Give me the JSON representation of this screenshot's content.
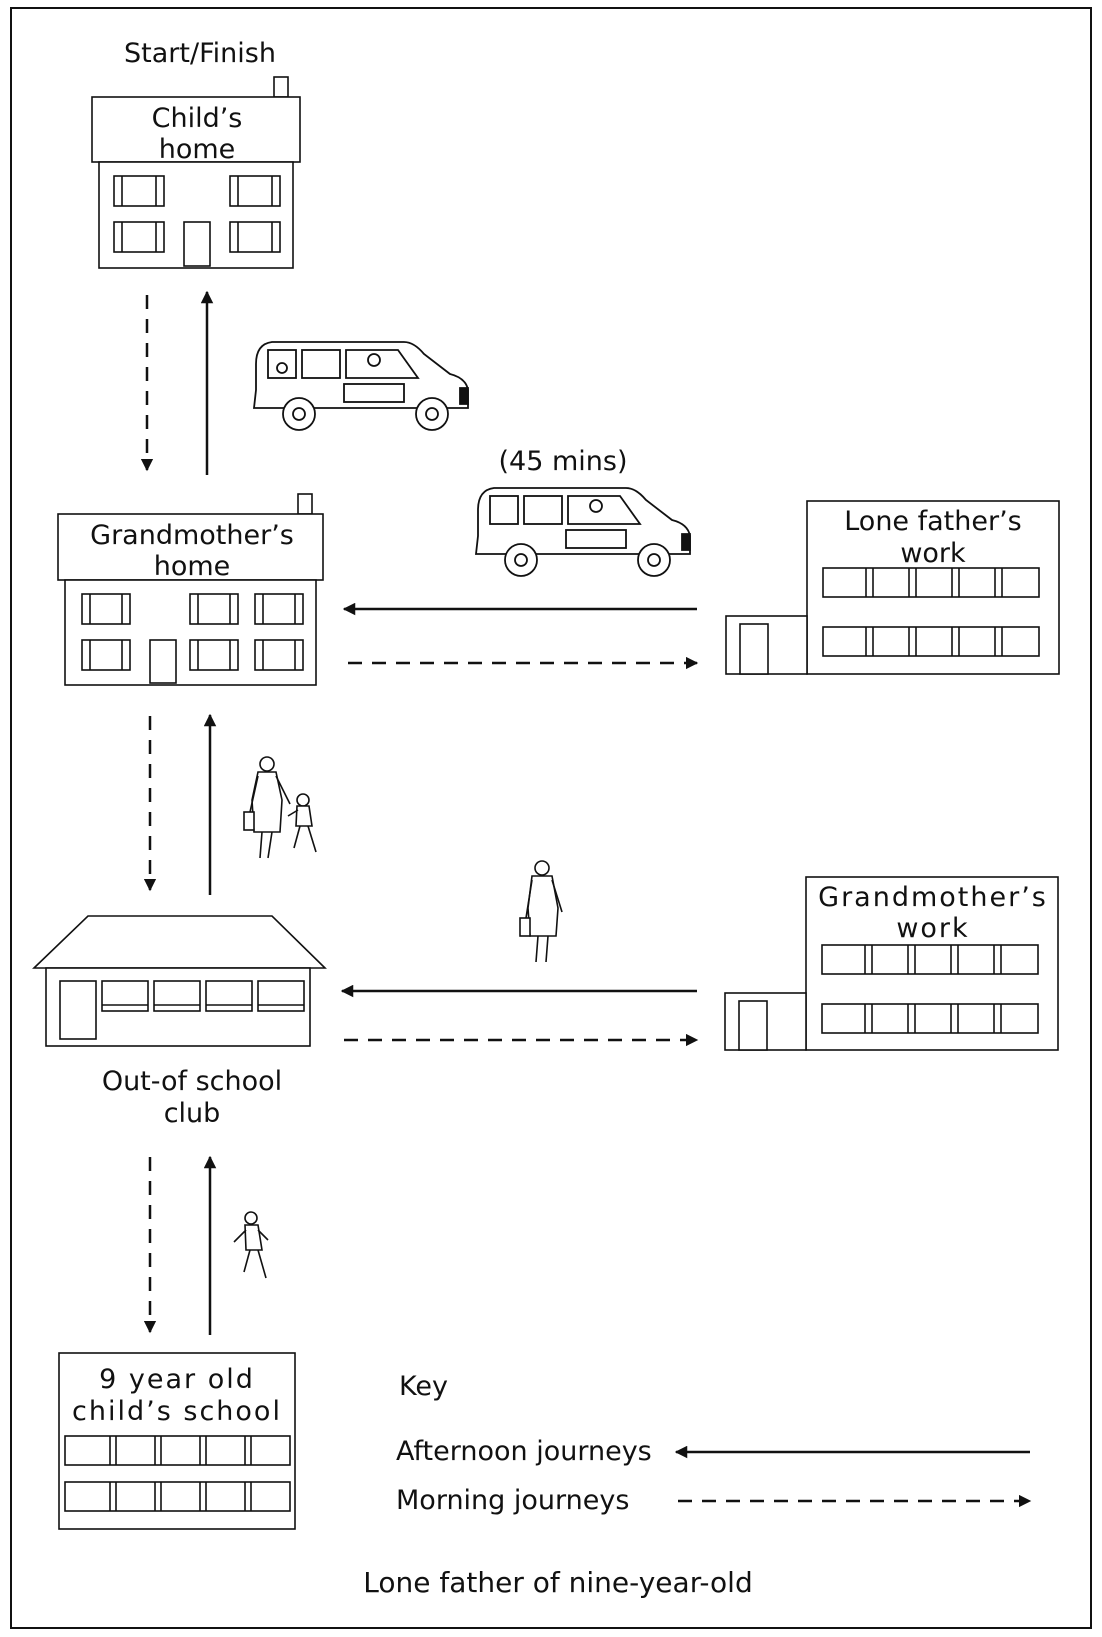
{
  "places": {
    "start_finish": "Start/Finish",
    "childs_home": [
      "Child’s",
      "home"
    ],
    "grandmothers_home": [
      "Grandmother’s",
      "home"
    ],
    "lone_fathers_work": [
      "Lone father’s",
      "work"
    ],
    "grandmothers_work": [
      "Grandmother’s",
      "work"
    ],
    "out_of_school_club": [
      "Out-of school",
      "club"
    ],
    "childs_school": [
      "9 year old",
      "child’s school"
    ]
  },
  "annotations": {
    "duration": "(45 mins)"
  },
  "key": {
    "heading": "Key",
    "afternoon": "Afternoon journeys",
    "morning": "Morning journeys"
  },
  "caption": "Lone father of nine-year-old"
}
